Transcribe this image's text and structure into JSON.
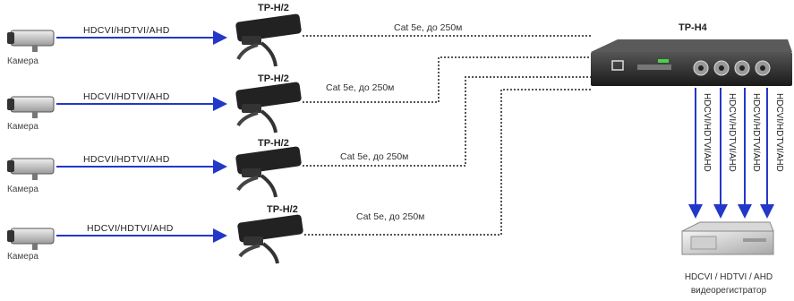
{
  "cameras": [
    {
      "label": "Камера",
      "signal": "HDCVI/HDTVI/AHD",
      "balun": "TP-H/2",
      "cable": "Cat 5e, до 250м"
    },
    {
      "label": "Камера",
      "signal": "HDCVI/HDTVI/AHD",
      "balun": "TP-H/2",
      "cable": "Cat 5e, до 250м"
    },
    {
      "label": "Камера",
      "signal": "HDCVI/HDTVI/AHD",
      "balun": "TP-H/2",
      "cable": "Cat 5e, до 250м"
    },
    {
      "label": "Камера",
      "signal": "HDCVI/HDTVI/AHD",
      "balun": "TP-H/2",
      "cable": "Cat 5e, до 250м"
    }
  ],
  "hub": {
    "label": "TP-H4"
  },
  "outputs": [
    "HDCVI/HDTVI/AHD",
    "HDCVI/HDTVI/AHD",
    "HDCVI/HDTVI/AHD",
    "HDCVI/HDTVI/AHD"
  ],
  "recorder": {
    "line1": "HDCVI / HDTVI / AHD",
    "line2": "видеорегистратор"
  },
  "colors": {
    "arrow": "#2338c8",
    "wire": "#555555",
    "device": "#2a2a2a"
  }
}
